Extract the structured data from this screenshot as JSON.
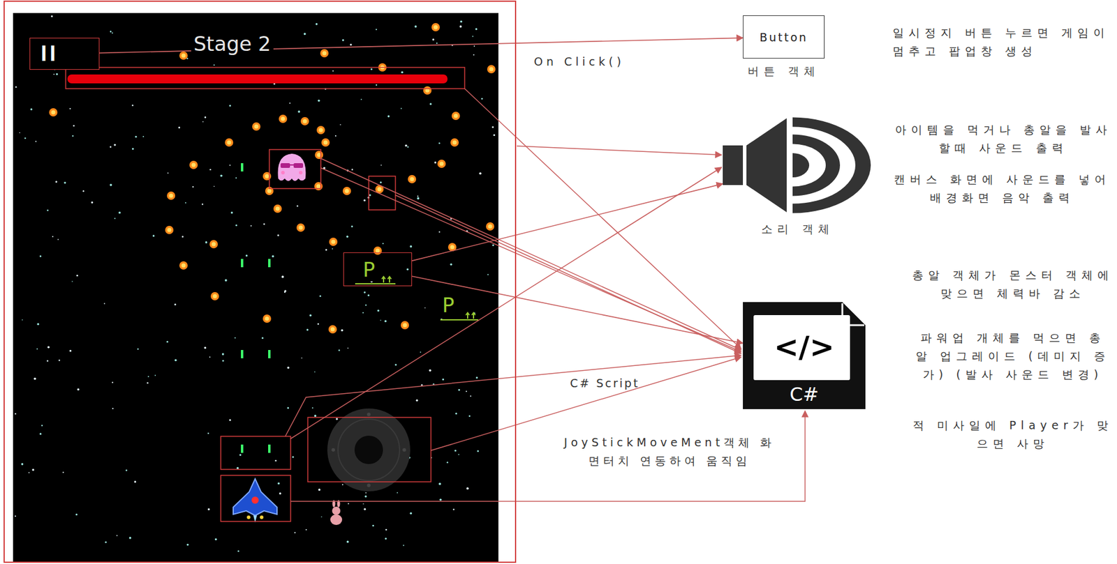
{
  "diagram": {
    "nodes": [
      {
        "text": [
          "Stage 2"
        ]
      },
      {
        "text": [
          "II"
        ],
        "in": 0
      },
      {
        "text": [
          "P"
        ],
        "in": 0
      },
      {
        "text": [
          "Button",
          "버튼 객체"
        ]
      },
      {
        "text": [
          "소리 객체"
        ]
      },
      {
        "text": [
          "</>",
          "C#"
        ]
      }
    ],
    "edges": [
      {
        "from": 1,
        "to": 3,
        "arrow": "to",
        "label": "On Click()"
      },
      {
        "from": 2,
        "to": 4,
        "arrow": "to"
      },
      {
        "from": 2,
        "to": 5,
        "arrow": "to"
      }
    ],
    "labels": [
      "일시정지 버튼 누르면 게임이 멈추고 팝업창 생성",
      "아이템을 먹거나 총알을 발사할때 사운드 출력",
      "캔버스 화면에 사운드를 넣어 배경화면 음악 출력",
      "총알 객체가 몬스터 객체에 맞으면 체력바 감소",
      "파워업 개체를 먹으면 총알 업그레이드 (데미지 증가) (발사 사운드 변경)",
      "적 미사일에 Player가 맞으면 사망",
      "C# Script",
      "JoyStickMoveMent객체 화면터치 연동하여 움직임",
      "P"
    ]
  }
}
